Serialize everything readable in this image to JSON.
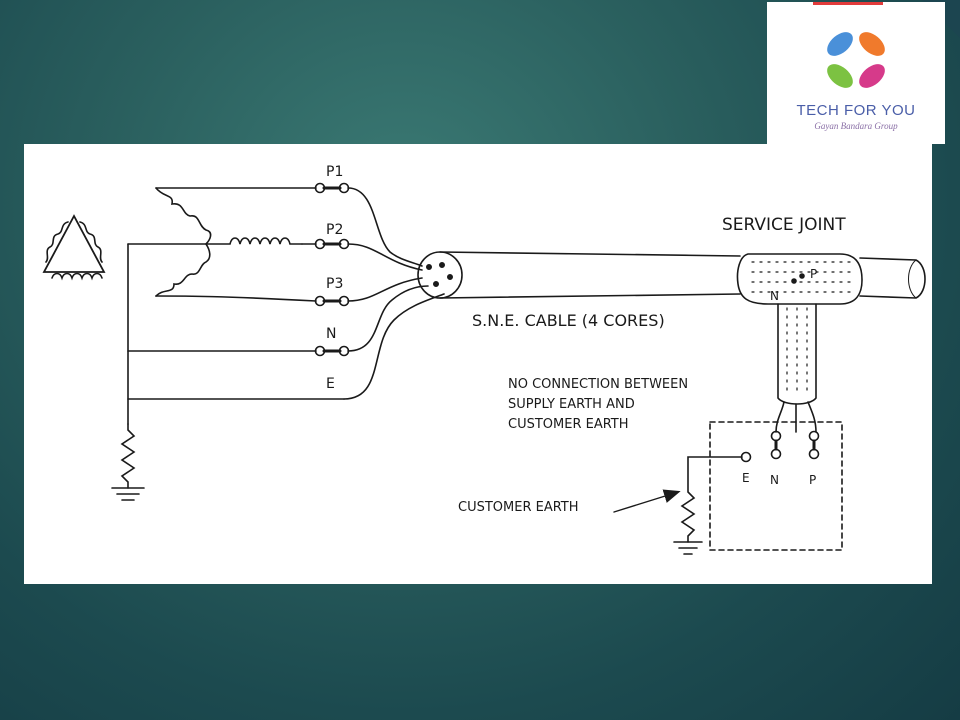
{
  "logo": {
    "title": "TECH FOR YOU",
    "subtitle": "Gayan Bandara Group",
    "petal_colors": [
      "#4a90d9",
      "#f07a2c",
      "#7cc242",
      "#d63a8a"
    ]
  },
  "diagram": {
    "labels": {
      "p1": "P1",
      "p2": "P2",
      "p3": "P3",
      "n": "N",
      "e": "E",
      "service_joint": "SERVICE JOINT",
      "cable": "S.N.E. CABLE (4 CORES)",
      "note_line1": "NO CONNECTION BETWEEN",
      "note_line2": "SUPPLY EARTH AND",
      "note_line3": "CUSTOMER EARTH",
      "customer_earth": "CUSTOMER EARTH",
      "box_e": "E",
      "box_n": "N",
      "box_p": "P",
      "joint_n": "N",
      "joint_p": "P"
    }
  }
}
